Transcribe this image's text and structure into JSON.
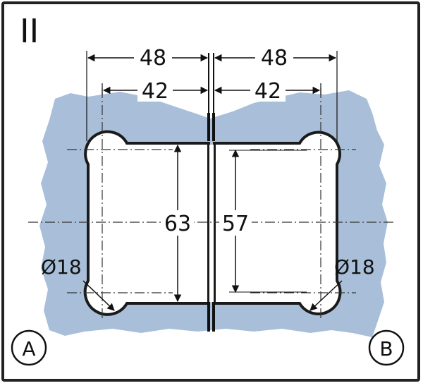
{
  "diagram": {
    "section_label": "II",
    "corner_labels": {
      "left": "A",
      "right": "B"
    },
    "dimensions": {
      "top_outer_left": "48",
      "top_outer_right": "48",
      "top_inner_left": "42",
      "top_inner_right": "42",
      "height_left": "63",
      "height_right": "57",
      "hole_left": "Ø18",
      "hole_right": "Ø18"
    },
    "colors": {
      "glass_fill": "#a9bfd9",
      "outline": "#1a1a1a",
      "frame_border": "#222222"
    }
  }
}
